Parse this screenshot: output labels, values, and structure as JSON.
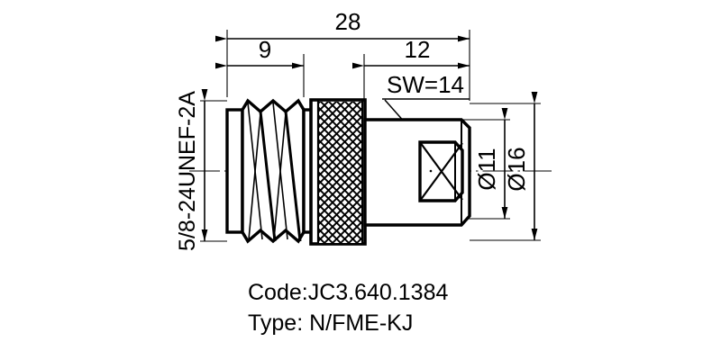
{
  "drawing": {
    "title_kind": "mechanical-part-drawing",
    "part_description": "N male to FME jack RF coaxial adapter, sectional outline drawing",
    "line_color": "#000000",
    "background_color": "#ffffff",
    "dimensions": {
      "overall_length": {
        "label": "28",
        "unit_implied": "mm",
        "orientation": "horizontal",
        "position": "top"
      },
      "thread_length": {
        "label": "9",
        "unit_implied": "mm",
        "orientation": "horizontal",
        "position": "top-left"
      },
      "hex_end_length": {
        "label": "12",
        "unit_implied": "mm",
        "orientation": "horizontal",
        "position": "top-right"
      },
      "across_flats": {
        "label": "SW=14",
        "unit_implied": "mm",
        "orientation": "horizontal",
        "position": "top-right-leader"
      },
      "thread_spec": {
        "label": "5/8-24UNEF-2A",
        "orientation": "vertical",
        "position": "left"
      },
      "inner_diameter": {
        "label": "Ø11",
        "unit_implied": "mm",
        "orientation": "vertical",
        "position": "right-inner"
      },
      "outer_diameter": {
        "label": "Ø16",
        "unit_implied": "mm",
        "orientation": "vertical",
        "position": "right-outer"
      }
    },
    "features": [
      {
        "name": "end-flange",
        "kind": "rectangle"
      },
      {
        "name": "threaded-section",
        "kind": "external-thread-zigzag"
      },
      {
        "name": "shoulder-band",
        "kind": "rectangle"
      },
      {
        "name": "knurled-coupling-nut",
        "kind": "diamond-knurl"
      },
      {
        "name": "body-barrel",
        "kind": "rectangle"
      },
      {
        "name": "hex-flats-end",
        "kind": "hex-with-cross"
      },
      {
        "name": "center-axis",
        "kind": "dash-dot-centerline"
      }
    ]
  },
  "caption": {
    "code_line": "Code:JC3.640.1384",
    "type_line": "Type: N/FME-KJ"
  }
}
